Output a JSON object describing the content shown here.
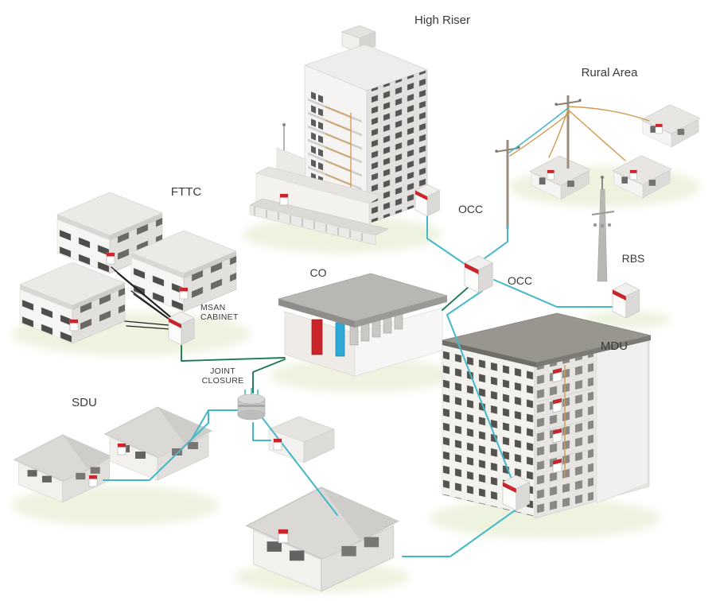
{
  "diagram": {
    "labels": {
      "high_riser": "High Riser",
      "rural_area": "Rural Area",
      "fttc": "FTTC",
      "occ_high_riser": "OCC",
      "co": "CO",
      "occ_central": "OCC",
      "rbs": "RBS",
      "msan_cabinet_line1": "MSAN",
      "msan_cabinet_line2": "CABINET",
      "mdu": "MDU",
      "joint_closure_line1": "JOINT",
      "joint_closure_line2": "CLOSURE",
      "sdu": "SDU"
    },
    "colors": {
      "fiber_teal": "#45b8c8",
      "fiber_green": "#1f7a55",
      "copper_black": "#222222",
      "drop_orange": "#d29a4d",
      "device_red": "#c9252b",
      "rack_blue": "#2ea8d5",
      "label_text": "#3a3a3a"
    }
  }
}
